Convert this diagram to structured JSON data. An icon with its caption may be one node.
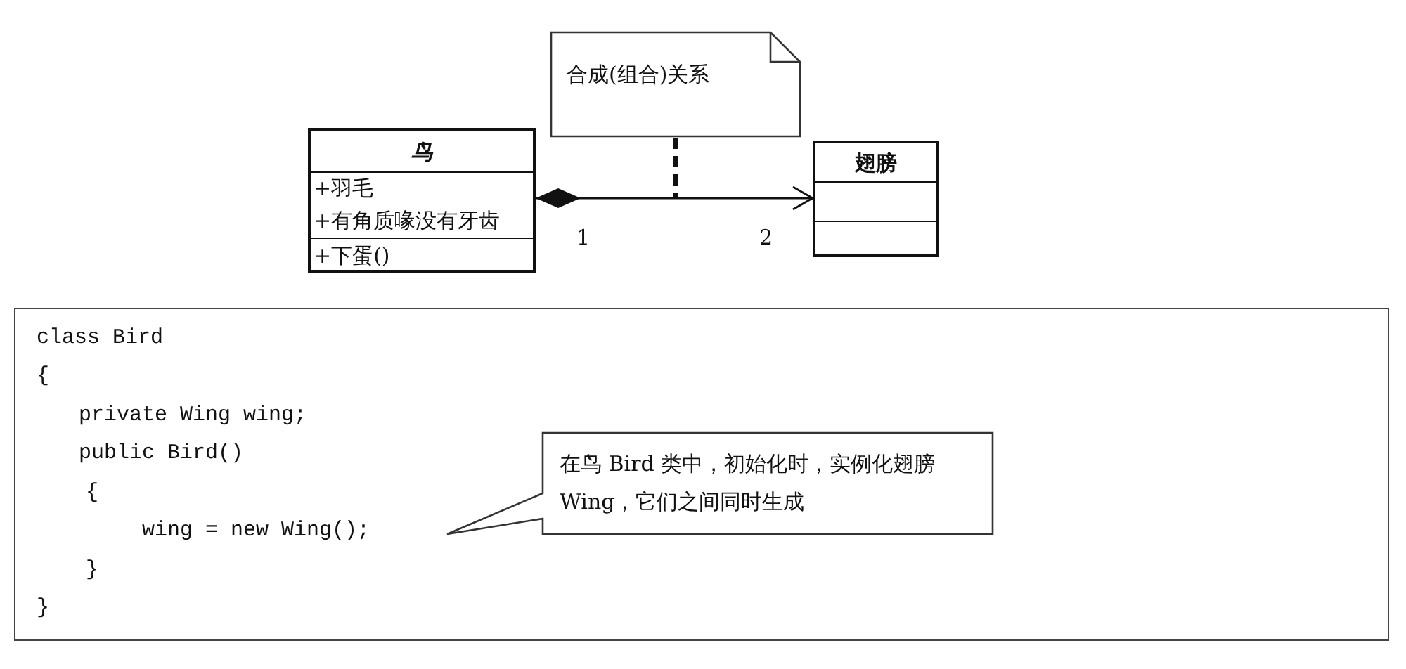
{
  "diagram": {
    "nodes": [
      {
        "text": [
          "鸟",
          "+羽毛",
          "+有角质喙没有牙齿",
          "+下蛋()"
        ]
      },
      {
        "text": [
          "翅膀"
        ]
      },
      {
        "text": [
          "合成(组合)关系"
        ]
      },
      {
        "text": [
          "class Bird",
          "{",
          "private Wing wing;",
          "public Bird()",
          "{",
          "wing = new Wing();",
          "}",
          "}"
        ]
      },
      {
        "text": [
          "在鸟 Bird 类中，初始化时，实例化翅膀 Wing，它们之间同时生成"
        ],
        "in": 3
      }
    ],
    "edges": [
      {
        "from": 0,
        "to": 1,
        "arrow": "to"
      },
      {
        "from": 2,
        "to": null,
        "arrow": "none",
        "style": "dashed"
      }
    ],
    "labels": [
      "1",
      "2"
    ]
  }
}
